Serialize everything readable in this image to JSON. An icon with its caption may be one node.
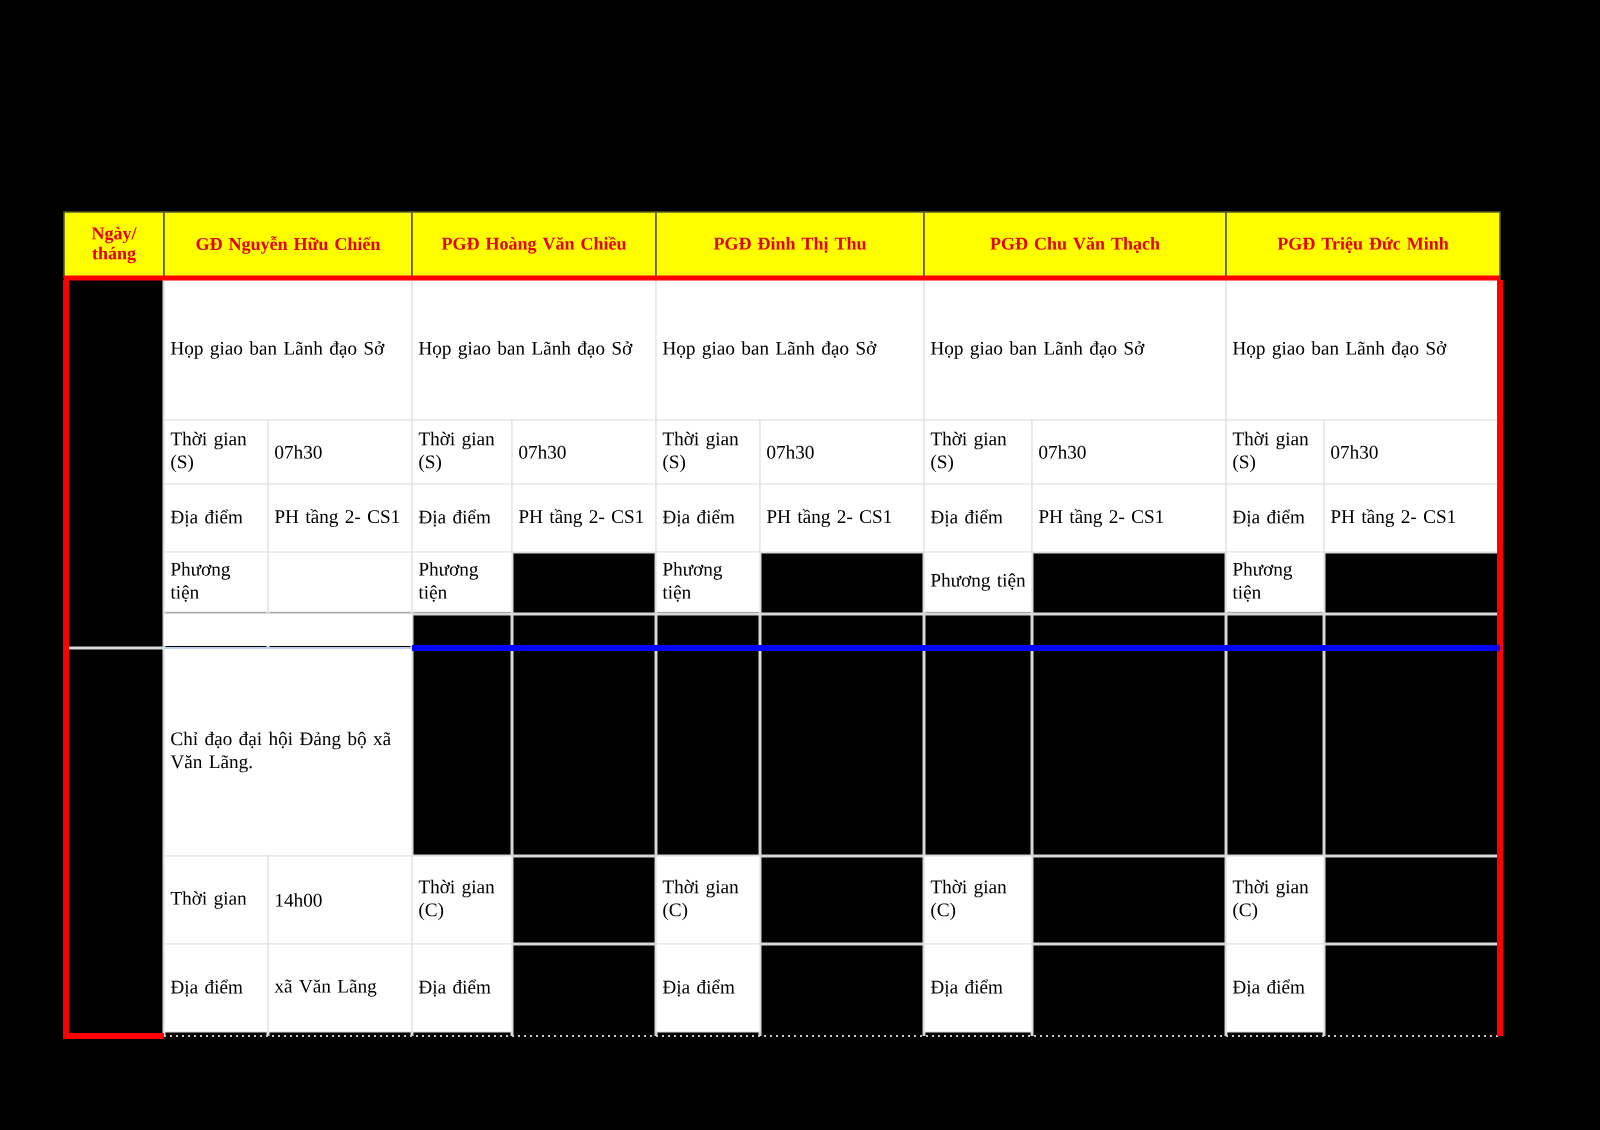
{
  "diagram": {
    "labels": [
      "Ngày/ tháng",
      "GĐ Nguyễn Hữu Chiến",
      "PGĐ Hoàng Văn Chiều",
      "PGĐ Đinh Thị Thu",
      "PGĐ Chu Văn Thạch",
      "PGĐ Triệu Đức Minh",
      "Họp giao ban Lãnh đạo Sở",
      "Họp giao ban Lãnh đạo Sở",
      "Họp giao ban Lãnh đạo Sở",
      "Họp giao ban Lãnh đạo Sở",
      "Họp giao ban Lãnh đạo Sở",
      "Thời gian (S)",
      "07h30",
      "Thời gian (S)",
      "07h30",
      "Thời gian (S)",
      "07h30",
      "Thời gian (S)",
      "07h30",
      "Thời gian (S)",
      "07h30",
      "Địa điểm",
      "PH tầng 2- CS1",
      "Địa điểm",
      "PH tầng 2- CS1",
      "Địa điểm",
      "PH tầng 2- CS1",
      "Địa điểm",
      "PH tầng 2- CS1",
      "Địa điểm",
      "PH tầng 2- CS1",
      "Phương tiện",
      "Phương tiện",
      "Phương tiện",
      "Phương tiện",
      "Phương tiện",
      "Chỉ đạo đại hội Đảng bộ xã Văn Lãng.",
      "Thời gian",
      "14h00",
      "Thời gian (C)",
      "Thời gian (C)",
      "Thời gian (C)",
      "Thời gian (C)",
      "Địa điểm",
      "xã Văn Lãng",
      "Địa điểm",
      "Địa điểm",
      "Địa điểm",
      "Địa điểm"
    ]
  }
}
